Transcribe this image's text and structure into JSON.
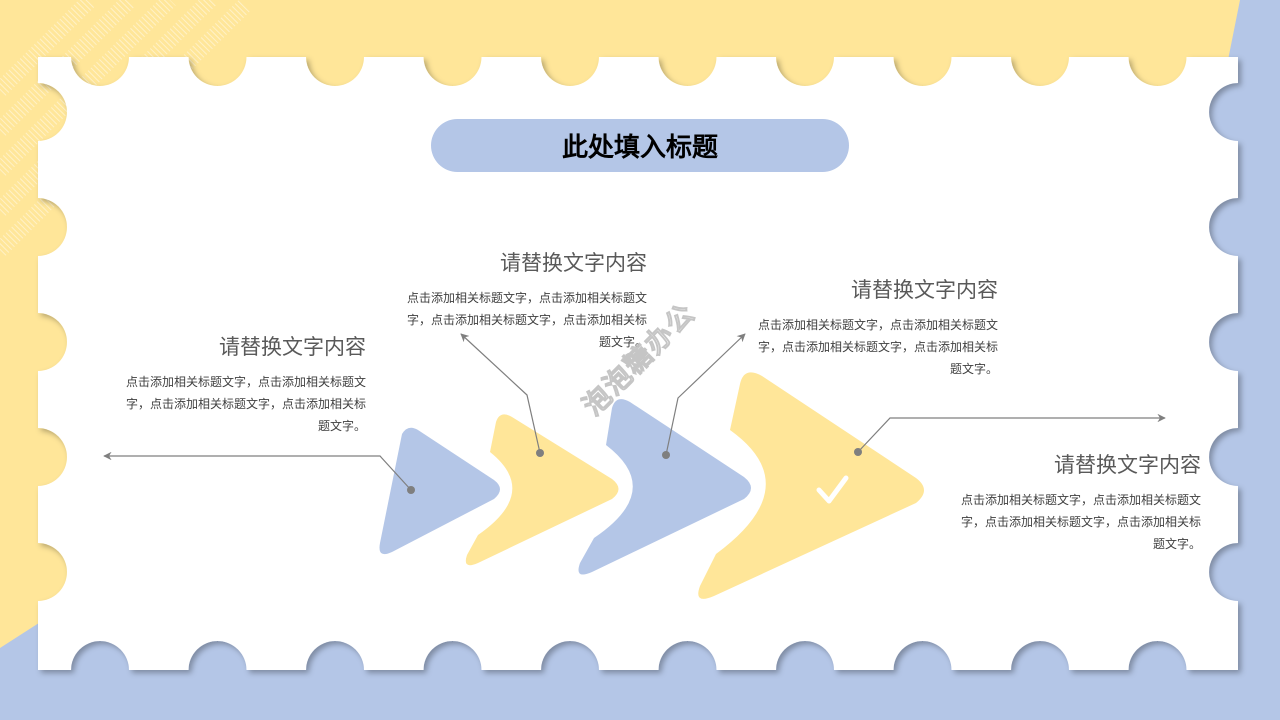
{
  "title": "此处填入标题",
  "watermark": "泡泡糖办公",
  "steps": [
    {
      "heading": "请替换文字内容",
      "body": "点击添加相关标题文字，点击添加相关标题文字，点击添加相关标题文字，点击添加相关标题文字。"
    },
    {
      "heading": "请替换文字内容",
      "body": "点击添加相关标题文字，点击添加相关标题文字，点击添加相关标题文字，点击添加相关标题文字。"
    },
    {
      "heading": "请替换文字内容",
      "body": "点击添加相关标题文字，点击添加相关标题文字，点击添加相关标题文字，点击添加相关标题文字。"
    },
    {
      "heading": "请替换文字内容",
      "body": "点击添加相关标题文字，点击添加相关标题文字，点击添加相关标题文字，点击添加相关标题文字。"
    }
  ],
  "icons": {
    "step4": "check-icon"
  },
  "colors": {
    "yellow": "#FFE699",
    "blue": "#B4C6E7",
    "card": "#FFFFFF",
    "connector": "#7F7F7F",
    "heading_text": "#595959",
    "body_text": "#404040",
    "title_text": "#000000"
  }
}
